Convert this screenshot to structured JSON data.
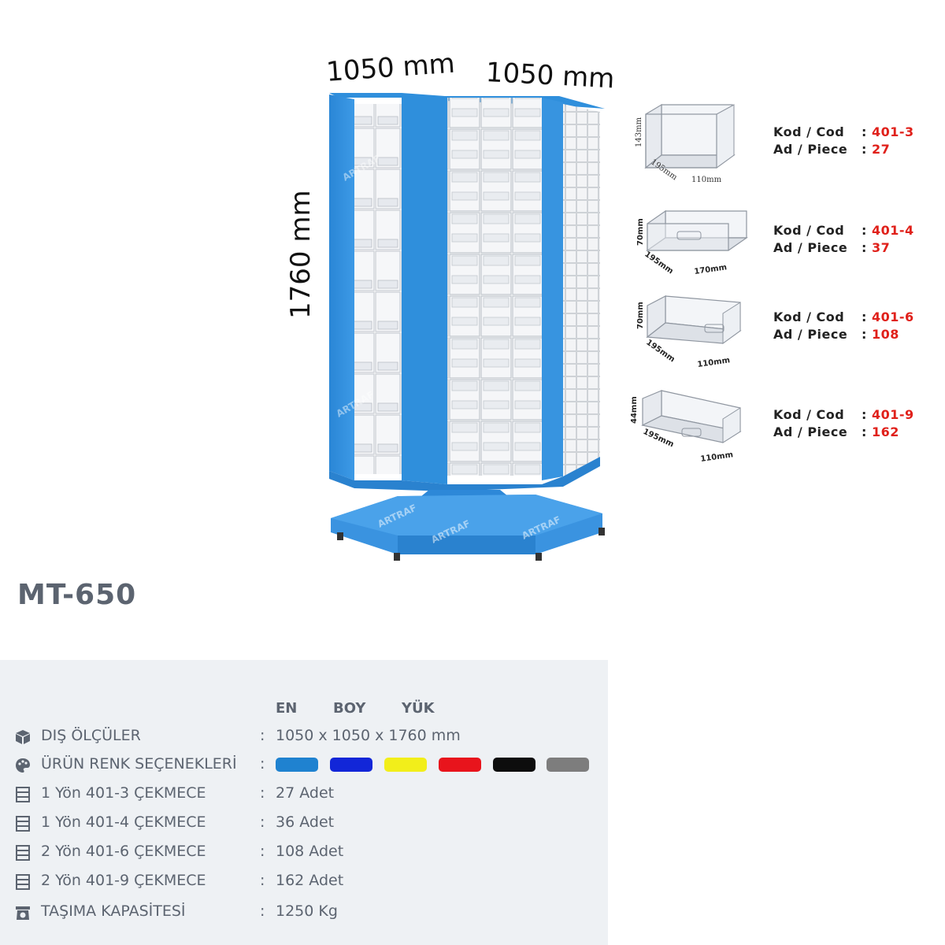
{
  "dimensions": {
    "width_left": "1050 mm",
    "width_right": "1050 mm",
    "height": "1760 mm"
  },
  "cabinet": {
    "brand_watermark": "ARTRAF",
    "frame_color": "#2f8fdc",
    "base_color": "#3a93e0"
  },
  "drawers": [
    {
      "kod_label": "Kod / Cod",
      "kod_value": "401-3",
      "ad_label": "Ad / Piece",
      "ad_value": "27",
      "dim_h": "143mm",
      "dim_d": "195mm",
      "dim_w": "110mm"
    },
    {
      "kod_label": "Kod / Cod",
      "kod_value": "401-4",
      "ad_label": "Ad / Piece",
      "ad_value": "37",
      "dim_h": "70mm",
      "dim_d": "195mm",
      "dim_w": "170mm"
    },
    {
      "kod_label": "Kod / Cod",
      "kod_value": "401-6",
      "ad_label": "Ad / Piece",
      "ad_value": "108",
      "dim_h": "70mm",
      "dim_d": "195mm",
      "dim_w": "110mm"
    },
    {
      "kod_label": "Kod / Cod",
      "kod_value": "401-9",
      "ad_label": "Ad / Piece",
      "ad_value": "162",
      "dim_h": "44mm",
      "dim_d": "195mm",
      "dim_w": "110mm"
    }
  ],
  "product_title": "MT-650",
  "spec_table": {
    "columns": [
      "EN",
      "BOY",
      "YÜK"
    ],
    "rows": [
      {
        "icon": "cube-icon",
        "label": "DIŞ ÖLÇÜLER",
        "colon": ":",
        "value": "1050 x 1050 x 1760 mm"
      },
      {
        "icon": "palette-icon",
        "label": "ÜRÜN RENK SEÇENEKLERİ",
        "colon": ":",
        "value": ""
      },
      {
        "icon": "drawer-icon",
        "label": "1 Yön 401-3 ÇEKMECE",
        "colon": ":",
        "value": "27 Adet"
      },
      {
        "icon": "drawer-icon",
        "label": "1 Yön 401-4 ÇEKMECE",
        "colon": ":",
        "value": "36 Adet"
      },
      {
        "icon": "drawer-icon",
        "label": "2 Yön 401-6 ÇEKMECE",
        "colon": ":",
        "value": "108 Adet"
      },
      {
        "icon": "drawer-icon",
        "label": "2 Yön 401-9 ÇEKMECE",
        "colon": ":",
        "value": "162 Adet"
      },
      {
        "icon": "weight-icon",
        "label": "TAŞIMA KAPASİTESİ",
        "colon": ":",
        "value": "1250 Kg"
      }
    ],
    "color_options": [
      "#1f82d0",
      "#1226d8",
      "#f2ee1a",
      "#e8141c",
      "#0d0d0d",
      "#7d7d7d"
    ]
  }
}
